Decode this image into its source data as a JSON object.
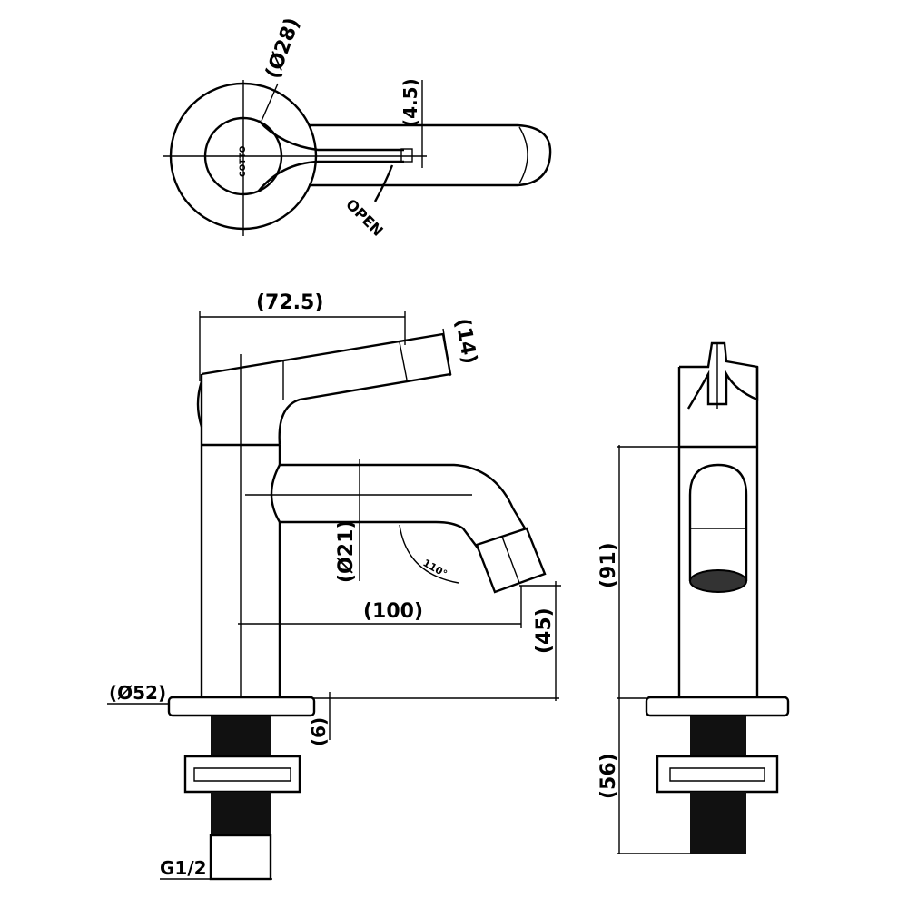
{
  "top_view": {
    "dim_handle_base": "(Ø28)",
    "dim_lever_thickness": "(4.5)",
    "brand_mark": "COTTO",
    "open_label": "OPEN"
  },
  "side_view": {
    "dim_lever_length": "(72.5)",
    "dim_lever_end": "(14)",
    "dim_spout_diameter": "(Ø21)",
    "spout_angle": "110°",
    "dim_spout_reach": "(100)",
    "dim_spout_height": "(45)",
    "dim_base_diameter": "(Ø52)",
    "dim_base_thickness": "(6)",
    "thread_size": "G1/2"
  },
  "front_view": {
    "dim_total_height": "(91)",
    "dim_shank_length": "(56)"
  },
  "colors": {
    "line": "#000000",
    "background": "#ffffff",
    "thread": "#111111"
  }
}
